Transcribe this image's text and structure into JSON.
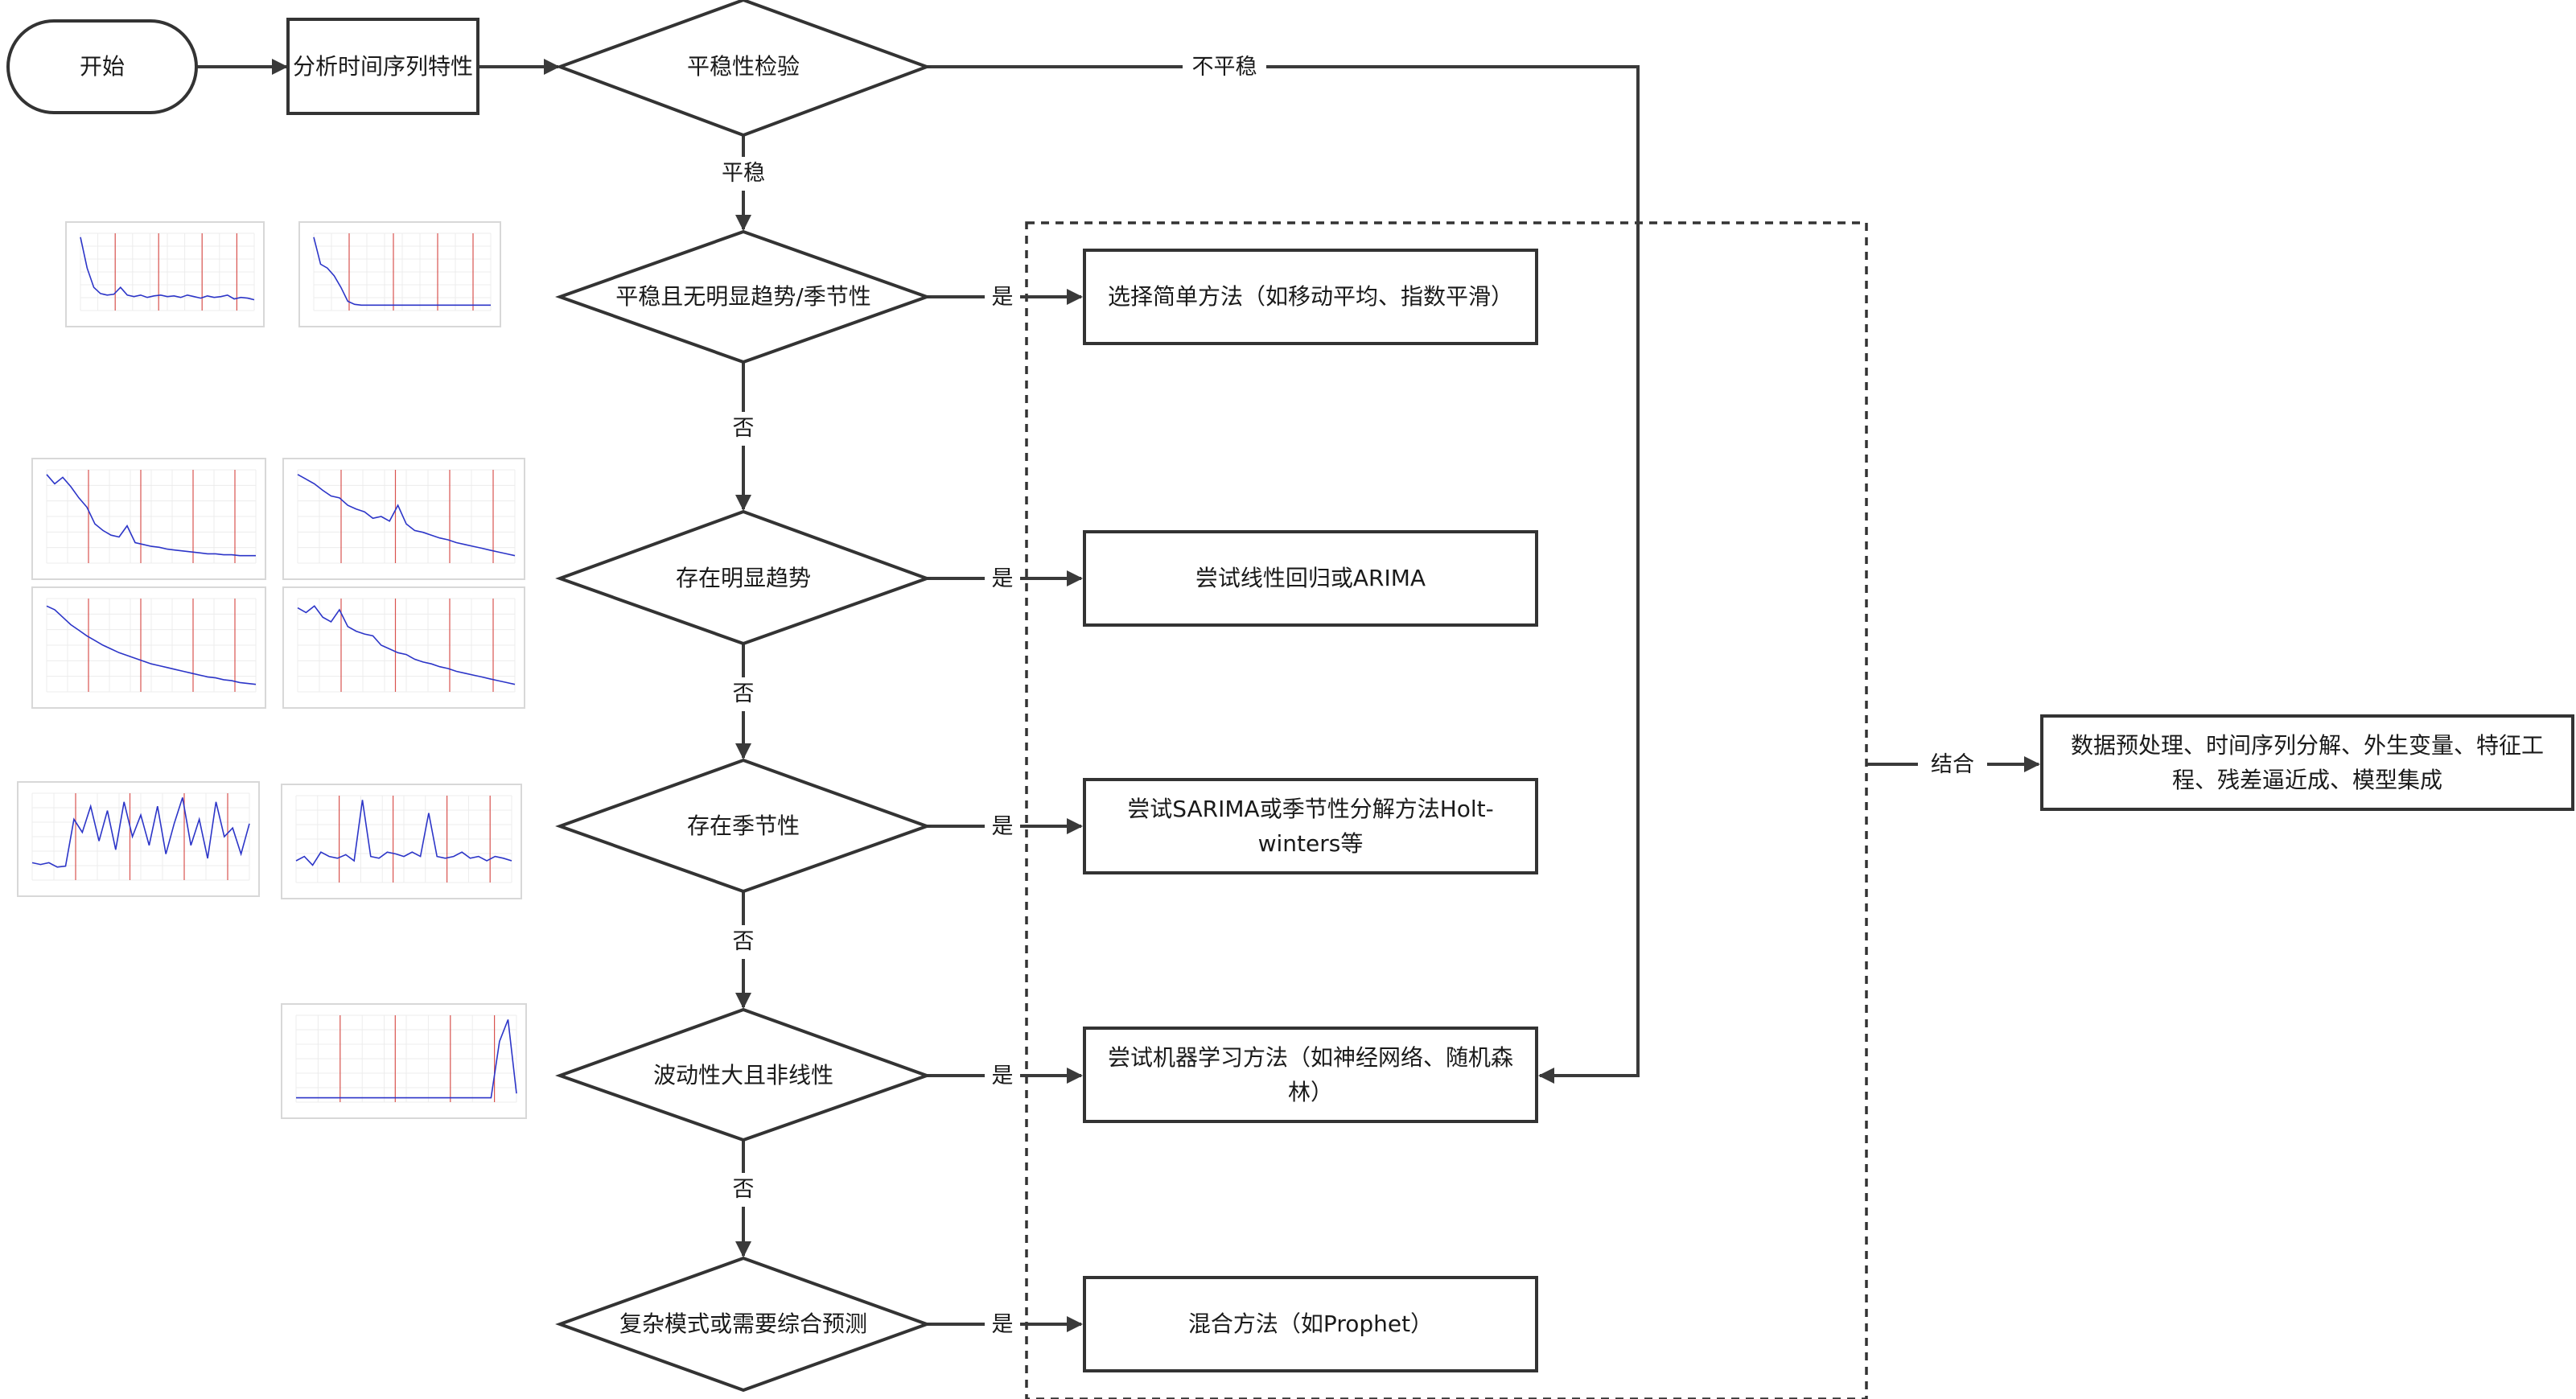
{
  "colors": {
    "stroke": "#333333",
    "line": "#3a3a3a",
    "thumb_series": "#2c35c8",
    "thumb_vline": "#d9534f"
  },
  "nodes": {
    "start": "开始",
    "analyze": "分析时间序列特性",
    "stationarity_test": "平稳性检验",
    "no_trend_season": "平稳且无明显趋势/季节性",
    "trend": "存在明显趋势",
    "seasonal": "存在季节性",
    "volatile": "波动性大且非线性",
    "complex": "复杂模式或需要综合预测",
    "simple_methods": "选择简单方法（如移动平均、指数平滑）",
    "linear_arima": "尝试线性回归或ARIMA",
    "sarima": "尝试SARIMA或季节性分解方法Holt-winters等",
    "ml_methods": "尝试机器学习方法（如神经网络、随机森林）",
    "hybrid": "混合方法（如Prophet）",
    "final": "数据预处理、时间序列分解、外生变量、特征工程、残差逼近成、模型集成"
  },
  "edges": {
    "not_stationary": "不平稳",
    "stationary": "平稳",
    "yes1": "是",
    "yes2": "是",
    "yes3": "是",
    "yes4": "是",
    "yes5": "是",
    "no1": "否",
    "no2": "否",
    "no3": "否",
    "no4": "否",
    "combine": "结合"
  },
  "thumbnails": [
    {
      "series": [
        0.95,
        0.55,
        0.3,
        0.22,
        0.2,
        0.21,
        0.3,
        0.2,
        0.18,
        0.2,
        0.17,
        0.19,
        0.2,
        0.18,
        0.19,
        0.17,
        0.2,
        0.18,
        0.16,
        0.19,
        0.17,
        0.18,
        0.2,
        0.15,
        0.17,
        0.16,
        0.14
      ]
    },
    {
      "series": [
        0.95,
        0.6,
        0.55,
        0.45,
        0.3,
        0.12,
        0.08,
        0.07,
        0.07,
        0.07,
        0.07,
        0.07,
        0.07,
        0.07,
        0.07,
        0.07,
        0.07,
        0.07,
        0.07,
        0.07,
        0.07,
        0.07,
        0.07,
        0.07,
        0.07,
        0.07,
        0.07
      ]
    },
    {
      "series": [
        0.95,
        0.85,
        0.92,
        0.82,
        0.7,
        0.6,
        0.42,
        0.35,
        0.3,
        0.28,
        0.4,
        0.22,
        0.2,
        0.18,
        0.17,
        0.15,
        0.14,
        0.13,
        0.12,
        0.11,
        0.1,
        0.1,
        0.09,
        0.09,
        0.08,
        0.08,
        0.08
      ]
    },
    {
      "series": [
        0.95,
        0.9,
        0.85,
        0.78,
        0.72,
        0.7,
        0.62,
        0.58,
        0.55,
        0.48,
        0.5,
        0.45,
        0.62,
        0.42,
        0.35,
        0.33,
        0.3,
        0.27,
        0.25,
        0.22,
        0.2,
        0.18,
        0.16,
        0.14,
        0.12,
        0.1,
        0.08
      ]
    },
    {
      "series": [
        0.92,
        0.88,
        0.8,
        0.72,
        0.66,
        0.6,
        0.55,
        0.5,
        0.46,
        0.42,
        0.39,
        0.36,
        0.33,
        0.3,
        0.28,
        0.26,
        0.24,
        0.22,
        0.2,
        0.18,
        0.16,
        0.15,
        0.13,
        0.12,
        0.1,
        0.09,
        0.08
      ]
    },
    {
      "series": [
        0.9,
        0.85,
        0.92,
        0.8,
        0.75,
        0.88,
        0.7,
        0.65,
        0.62,
        0.6,
        0.5,
        0.46,
        0.42,
        0.4,
        0.35,
        0.32,
        0.3,
        0.27,
        0.25,
        0.22,
        0.2,
        0.18,
        0.16,
        0.14,
        0.12,
        0.1,
        0.08
      ]
    },
    {
      "series": [
        0.2,
        0.18,
        0.2,
        0.15,
        0.16,
        0.7,
        0.55,
        0.85,
        0.45,
        0.8,
        0.35,
        0.9,
        0.5,
        0.75,
        0.4,
        0.85,
        0.3,
        0.65,
        0.95,
        0.4,
        0.7,
        0.25,
        0.9,
        0.5,
        0.6,
        0.3,
        0.65
      ]
    },
    {
      "series": [
        0.25,
        0.3,
        0.2,
        0.35,
        0.3,
        0.28,
        0.32,
        0.25,
        0.95,
        0.3,
        0.28,
        0.35,
        0.33,
        0.3,
        0.35,
        0.3,
        0.8,
        0.3,
        0.28,
        0.3,
        0.35,
        0.28,
        0.3,
        0.25,
        0.3,
        0.28,
        0.25
      ]
    },
    {
      "series": [
        0.05,
        0.05,
        0.05,
        0.05,
        0.05,
        0.05,
        0.05,
        0.05,
        0.05,
        0.05,
        0.05,
        0.05,
        0.05,
        0.05,
        0.05,
        0.05,
        0.05,
        0.05,
        0.05,
        0.05,
        0.05,
        0.05,
        0.05,
        0.05,
        0.7,
        0.95,
        0.1
      ]
    }
  ]
}
